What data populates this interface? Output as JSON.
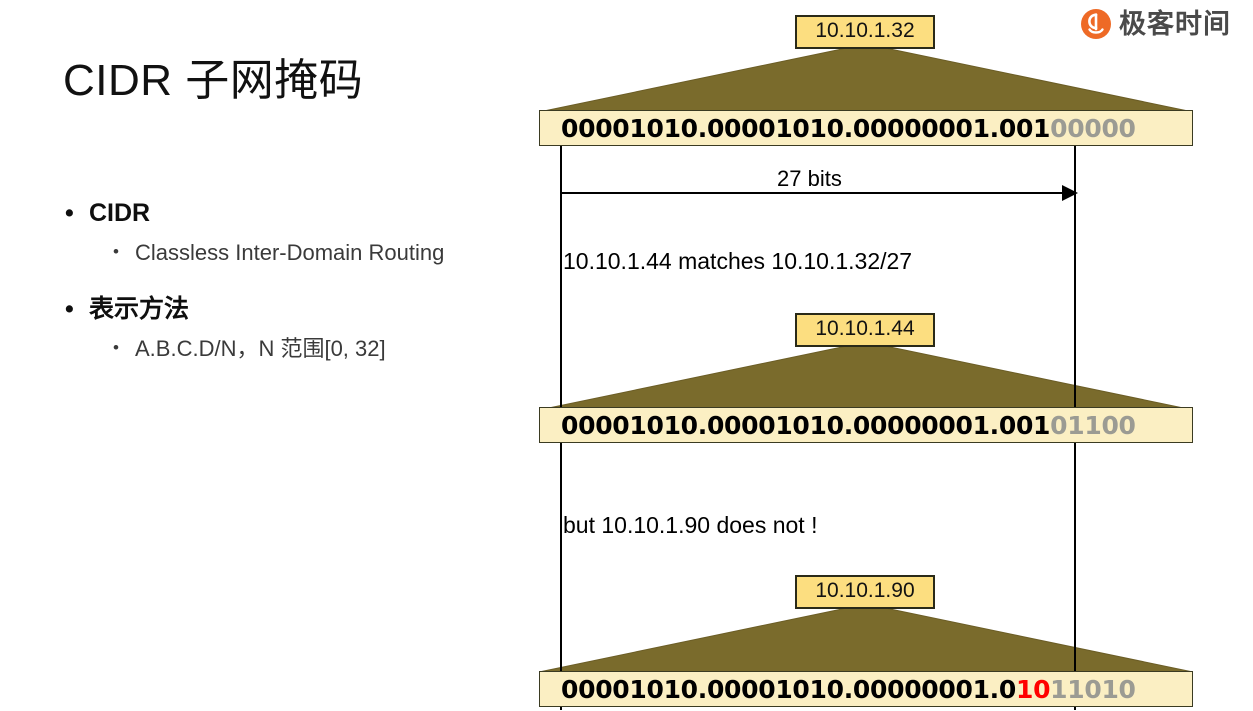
{
  "slide": {
    "title": "CIDR 子网掩码",
    "bullets": [
      {
        "level": 1,
        "text": "CIDR",
        "marker": "•"
      },
      {
        "level": 2,
        "text": "Classless Inter-Domain Routing",
        "marker": "•"
      },
      {
        "level": 1,
        "text": "表示方法",
        "marker": "•"
      },
      {
        "level": 2,
        "text": "A.B.C.D/N，N 范围[0, 32]",
        "marker": "•"
      }
    ]
  },
  "logo": {
    "icon_name": "geekbang-logo-icon",
    "text": "极客时间",
    "accent_color": "#EE6A26",
    "text_color": "#4A4A4A"
  },
  "diagram": {
    "prefix_bits_label": "27 bits",
    "captions": [
      {
        "id": "match",
        "text": "10.10.1.44 matches 10.10.1.32/27"
      },
      {
        "id": "nomatch",
        "text": "but 10.10.1.90 does not !"
      }
    ],
    "rows": [
      {
        "id": "row-10-10-1-32",
        "badge": "10.10.1.32",
        "network_part": "00001010.00001010.00000001.001",
        "mismatch_part": "",
        "host_part": "00000"
      },
      {
        "id": "row-10-10-1-44",
        "badge": "10.10.1.44",
        "network_part": "00001010.00001010.00000001.001",
        "mismatch_part": "",
        "host_part": "01100"
      },
      {
        "id": "row-10-10-1-90",
        "badge": "10.10.1.90",
        "network_part": "00001010.00001010.00000001.0",
        "mismatch_part": "10",
        "host_part": "11010"
      }
    ],
    "colors": {
      "bar_fill": "#FBEFC3",
      "badge_fill": "#FCDE80",
      "triangle_fill": "#7A6B2C",
      "network_text": "#000000",
      "host_text": "#9B9B93",
      "mismatch_text": "#FF0000",
      "outline": "#3B3B22"
    }
  }
}
